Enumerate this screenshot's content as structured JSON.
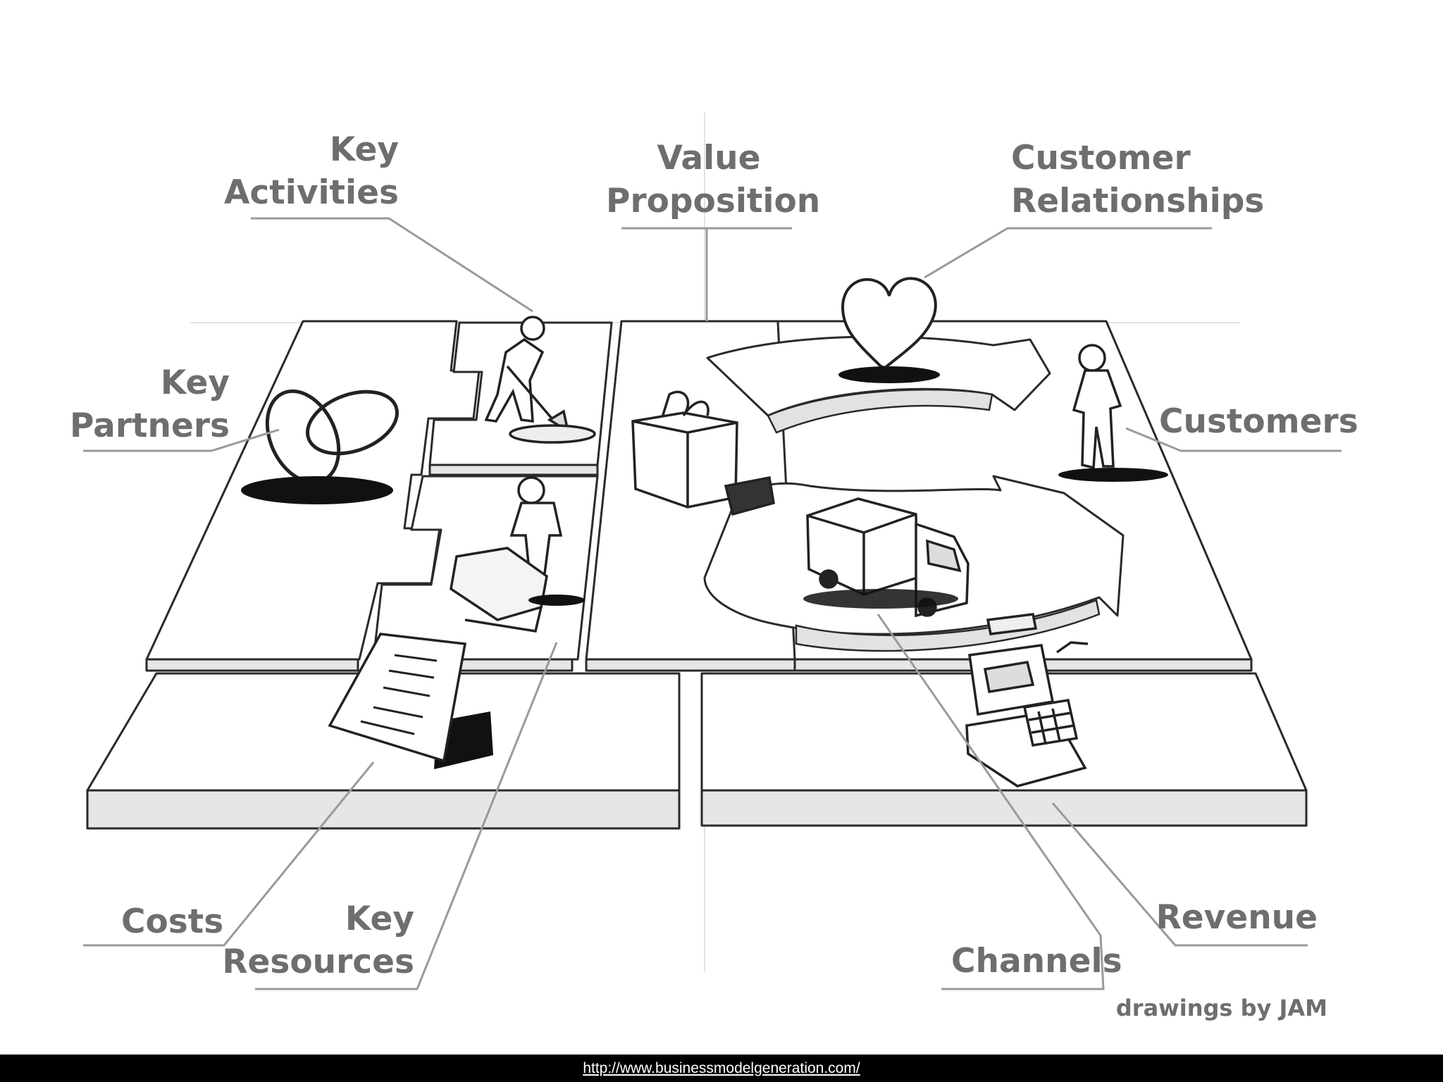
{
  "labels": {
    "key_activities": [
      "Key",
      "Activities"
    ],
    "value_proposition": [
      "Value",
      "Proposition"
    ],
    "customer_relationships": [
      "Customer",
      "Relationships"
    ],
    "key_partners": [
      "Key",
      "Partners"
    ],
    "customers": "Customers",
    "costs": "Costs",
    "key_resources": [
      "Key",
      "Resources"
    ],
    "channels": "Channels",
    "revenue": "Revenue"
  },
  "credit": "drawings by JAM",
  "footer": {
    "url_text": "http://www.businessmodelgeneration.com/"
  },
  "colors": {
    "label_text": "#6e6e6e",
    "leader_line": "#9a9a9a",
    "board_edge": "#2a2a2a",
    "board_side": "#e6e6e6",
    "footer_bar": "#000000"
  },
  "icons": [
    "ring-icon",
    "digging-person-icon",
    "worker-with-box-icon",
    "gift-box-icon",
    "heart-icon",
    "customer-person-icon",
    "delivery-truck-icon",
    "cash-register-icon",
    "cost-document-icon"
  ]
}
